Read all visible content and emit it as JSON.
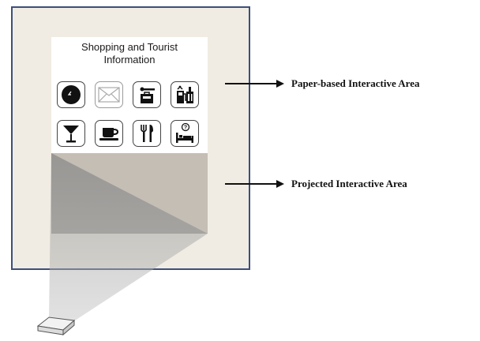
{
  "paper": {
    "title_line1": "Shopping and Tourist",
    "title_line2": "Information",
    "icons": [
      "clock-icon",
      "mail-icon",
      "shopping-icon",
      "gas-station-icon",
      "cocktail-bar-icon",
      "coffee-cup-icon",
      "restaurant-icon",
      "hotel-info-icon"
    ]
  },
  "labels": {
    "paper_area": "Paper-based Interactive Area",
    "projected_area": "Projected Interactive Area"
  },
  "colors": {
    "board": "#f0ece3",
    "board_border": "#3d4f7a",
    "projection": "#9e9e9e",
    "paper": "#ffffff"
  }
}
